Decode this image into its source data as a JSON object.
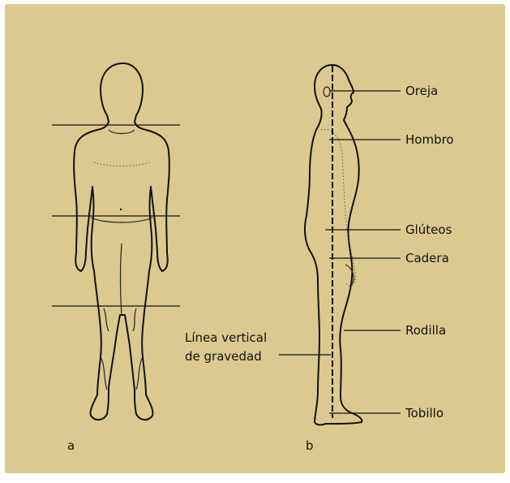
{
  "panels": {
    "a": "a",
    "b": "b"
  },
  "landmarks": [
    {
      "id": "oreja",
      "label": "Oreja"
    },
    {
      "id": "hombro",
      "label": "Hombro"
    },
    {
      "id": "gluteos",
      "label": "Glúteos"
    },
    {
      "id": "cadera",
      "label": "Cadera"
    },
    {
      "id": "rodilla",
      "label": "Rodilla"
    },
    {
      "id": "tobillo",
      "label": "Tobillo"
    }
  ],
  "gravity_line": {
    "label_line1": "Línea vertical",
    "label_line2": "de gravedad"
  },
  "colors": {
    "background": "#dcc990",
    "ink": "#111111"
  }
}
